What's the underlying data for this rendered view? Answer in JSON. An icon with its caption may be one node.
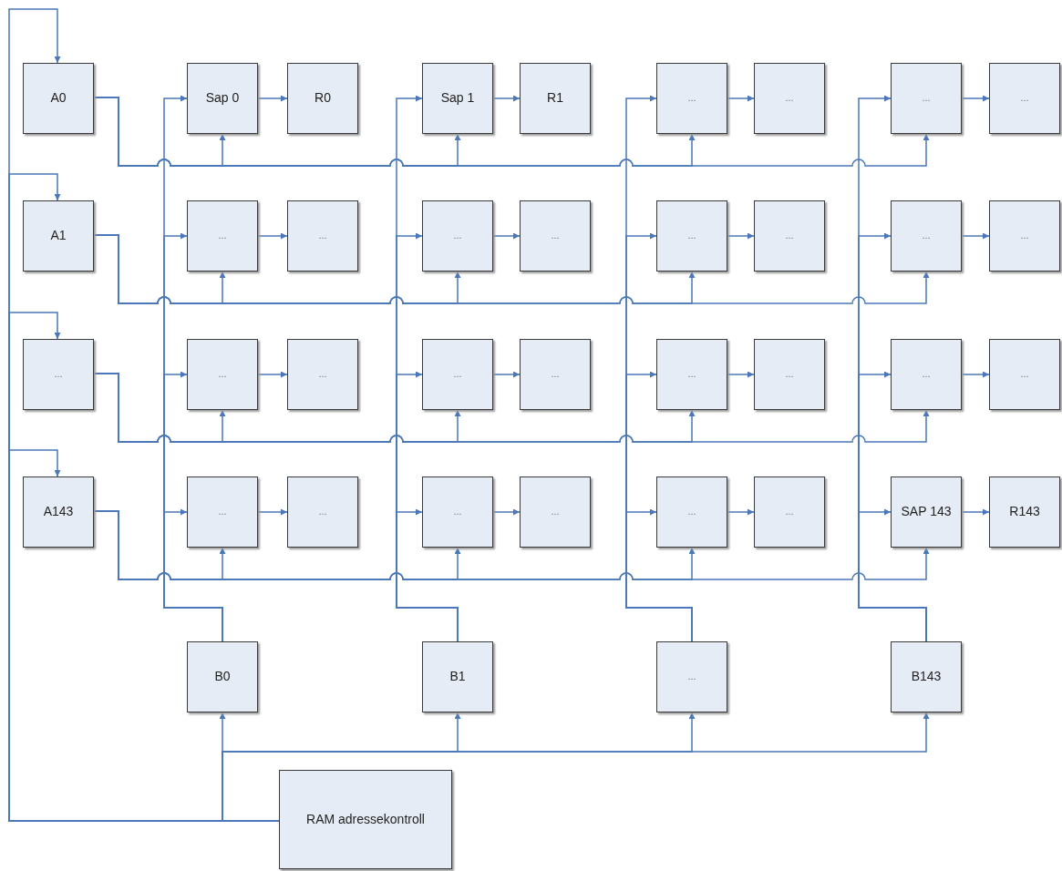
{
  "diagram": {
    "nodes": [
      {
        "text": [
          "A0"
        ]
      },
      {
        "text": [
          "Sap 0"
        ]
      },
      {
        "text": [
          "R0"
        ]
      },
      {
        "text": [
          "Sap 1"
        ]
      },
      {
        "text": [
          "R1"
        ]
      },
      {
        "text": [
          "..."
        ]
      },
      {
        "text": [
          "..."
        ]
      },
      {
        "text": [
          "..."
        ]
      },
      {
        "text": [
          "..."
        ]
      },
      {
        "text": [
          "A1"
        ]
      },
      {
        "text": [
          "..."
        ]
      },
      {
        "text": [
          "..."
        ]
      },
      {
        "text": [
          "..."
        ]
      },
      {
        "text": [
          "..."
        ]
      },
      {
        "text": [
          "..."
        ]
      },
      {
        "text": [
          "..."
        ]
      },
      {
        "text": [
          "..."
        ]
      },
      {
        "text": [
          "..."
        ]
      },
      {
        "text": [
          "..."
        ]
      },
      {
        "text": [
          "..."
        ]
      },
      {
        "text": [
          "..."
        ]
      },
      {
        "text": [
          "..."
        ]
      },
      {
        "text": [
          "..."
        ]
      },
      {
        "text": [
          "..."
        ]
      },
      {
        "text": [
          "..."
        ]
      },
      {
        "text": [
          "..."
        ]
      },
      {
        "text": [
          "..."
        ]
      },
      {
        "text": [
          "A143"
        ]
      },
      {
        "text": [
          "..."
        ]
      },
      {
        "text": [
          "..."
        ]
      },
      {
        "text": [
          "..."
        ]
      },
      {
        "text": [
          "..."
        ]
      },
      {
        "text": [
          "..."
        ]
      },
      {
        "text": [
          "..."
        ]
      },
      {
        "text": [
          "SAP 143"
        ]
      },
      {
        "text": [
          "R143"
        ]
      },
      {
        "text": [
          "B0"
        ]
      },
      {
        "text": [
          "B1"
        ]
      },
      {
        "text": [
          "..."
        ]
      },
      {
        "text": [
          "B143"
        ]
      },
      {
        "text": [
          "RAM adressekontroll"
        ]
      }
    ],
    "edges": [
      {
        "from": 40,
        "to": 0,
        "arrow": "to"
      },
      {
        "from": 40,
        "to": 9,
        "arrow": "to"
      },
      {
        "from": 40,
        "to": 18,
        "arrow": "to"
      },
      {
        "from": 40,
        "to": 27,
        "arrow": "to"
      },
      {
        "from": 40,
        "to": 36,
        "arrow": "to"
      },
      {
        "from": 40,
        "to": 37,
        "arrow": "to"
      },
      {
        "from": 40,
        "to": 38,
        "arrow": "to"
      },
      {
        "from": 40,
        "to": 39,
        "arrow": "to"
      },
      {
        "from": 0,
        "to": 1,
        "arrow": "to"
      },
      {
        "from": 36,
        "to": 1,
        "arrow": "to"
      },
      {
        "from": 1,
        "to": 2,
        "arrow": "to"
      },
      {
        "from": 0,
        "to": 3,
        "arrow": "to"
      },
      {
        "from": 37,
        "to": 3,
        "arrow": "to"
      },
      {
        "from": 3,
        "to": 4,
        "arrow": "to"
      },
      {
        "from": 0,
        "to": 5,
        "arrow": "to"
      },
      {
        "from": 38,
        "to": 5,
        "arrow": "to"
      },
      {
        "from": 5,
        "to": 6,
        "arrow": "to"
      },
      {
        "from": 0,
        "to": 7,
        "arrow": "to"
      },
      {
        "from": 39,
        "to": 7,
        "arrow": "to"
      },
      {
        "from": 7,
        "to": 8,
        "arrow": "to"
      },
      {
        "from": 9,
        "to": 10,
        "arrow": "to"
      },
      {
        "from": 36,
        "to": 10,
        "arrow": "to"
      },
      {
        "from": 10,
        "to": 11,
        "arrow": "to"
      },
      {
        "from": 9,
        "to": 12,
        "arrow": "to"
      },
      {
        "from": 37,
        "to": 12,
        "arrow": "to"
      },
      {
        "from": 12,
        "to": 13,
        "arrow": "to"
      },
      {
        "from": 9,
        "to": 14,
        "arrow": "to"
      },
      {
        "from": 38,
        "to": 14,
        "arrow": "to"
      },
      {
        "from": 14,
        "to": 15,
        "arrow": "to"
      },
      {
        "from": 9,
        "to": 16,
        "arrow": "to"
      },
      {
        "from": 39,
        "to": 16,
        "arrow": "to"
      },
      {
        "from": 16,
        "to": 17,
        "arrow": "to"
      },
      {
        "from": 18,
        "to": 19,
        "arrow": "to"
      },
      {
        "from": 36,
        "to": 19,
        "arrow": "to"
      },
      {
        "from": 19,
        "to": 20,
        "arrow": "to"
      },
      {
        "from": 18,
        "to": 21,
        "arrow": "to"
      },
      {
        "from": 37,
        "to": 21,
        "arrow": "to"
      },
      {
        "from": 21,
        "to": 22,
        "arrow": "to"
      },
      {
        "from": 18,
        "to": 23,
        "arrow": "to"
      },
      {
        "from": 38,
        "to": 23,
        "arrow": "to"
      },
      {
        "from": 23,
        "to": 24,
        "arrow": "to"
      },
      {
        "from": 18,
        "to": 25,
        "arrow": "to"
      },
      {
        "from": 39,
        "to": 25,
        "arrow": "to"
      },
      {
        "from": 25,
        "to": 26,
        "arrow": "to"
      },
      {
        "from": 27,
        "to": 28,
        "arrow": "to"
      },
      {
        "from": 36,
        "to": 28,
        "arrow": "to"
      },
      {
        "from": 28,
        "to": 29,
        "arrow": "to"
      },
      {
        "from": 27,
        "to": 30,
        "arrow": "to"
      },
      {
        "from": 37,
        "to": 30,
        "arrow": "to"
      },
      {
        "from": 30,
        "to": 31,
        "arrow": "to"
      },
      {
        "from": 27,
        "to": 32,
        "arrow": "to"
      },
      {
        "from": 38,
        "to": 32,
        "arrow": "to"
      },
      {
        "from": 32,
        "to": 33,
        "arrow": "to"
      },
      {
        "from": 27,
        "to": 34,
        "arrow": "to"
      },
      {
        "from": 39,
        "to": 34,
        "arrow": "to"
      },
      {
        "from": 34,
        "to": 35,
        "arrow": "to"
      }
    ]
  }
}
